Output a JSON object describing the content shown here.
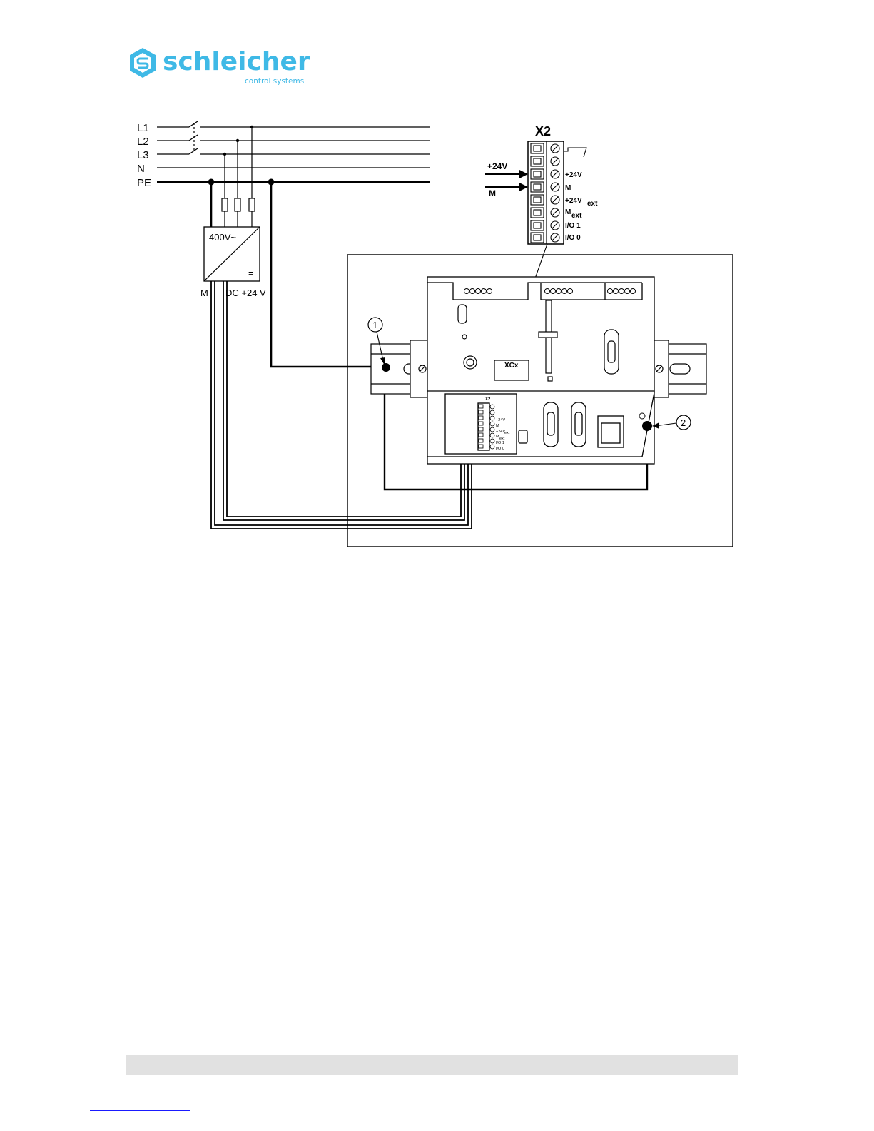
{
  "logo": {
    "brand": "schleicher",
    "tagline": "control systems",
    "color": "#3fb9e6"
  },
  "mains": {
    "lines": [
      "L1",
      "L2",
      "L3",
      "N",
      "PE"
    ]
  },
  "power_supply": {
    "input": "400V~",
    "output_symbol": "=",
    "terminal_m": "M",
    "terminal_dc": "DC +24 V"
  },
  "x2_connector": {
    "title": "X2",
    "input_plus": "+24V",
    "input_m": "M",
    "pins": [
      "+24V",
      "M",
      "+24V",
      "M",
      "I/O 1",
      "I/O 0"
    ],
    "pin_subscripts": [
      "",
      "",
      "ext",
      "ext",
      "",
      ""
    ]
  },
  "device": {
    "module_label": "XCx",
    "mini_x2_title": "X2",
    "mini_pins": [
      "+24V",
      "M",
      "+24V",
      "M",
      "I/O 1",
      "I/O 0"
    ],
    "mini_subscripts": [
      "",
      "",
      "ext",
      "ext",
      "",
      ""
    ]
  },
  "callouts": [
    "1",
    "2"
  ]
}
